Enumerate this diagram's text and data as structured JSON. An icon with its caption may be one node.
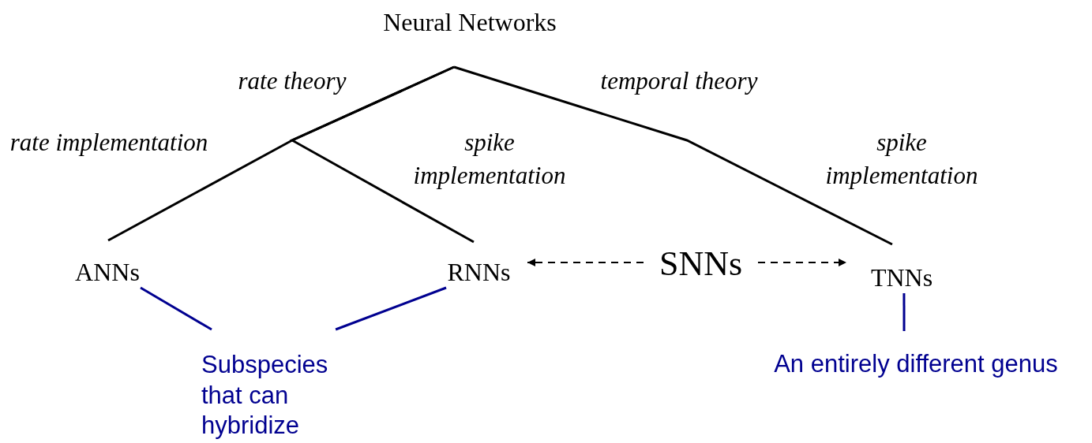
{
  "diagram": {
    "nodes": [
      {
        "text": [
          "Neural Networks"
        ]
      },
      {
        "text": [
          "ANNs"
        ]
      },
      {
        "text": [
          "RNNs"
        ]
      },
      {
        "text": [
          "SNNs"
        ]
      },
      {
        "text": [
          "TNNs"
        ]
      },
      {
        "text": [
          "Subspecies that can hybridize"
        ]
      },
      {
        "text": [
          "An entirely different genus"
        ]
      }
    ],
    "edges": [
      {
        "from": 0,
        "to": 1,
        "arrow": "none"
      },
      {
        "from": 0,
        "to": 2,
        "arrow": "none"
      },
      {
        "from": 0,
        "to": 4,
        "arrow": "none"
      },
      {
        "from": 3,
        "to": 2,
        "arrow": "to",
        "style": "dashed"
      },
      {
        "from": 3,
        "to": 4,
        "arrow": "to",
        "style": "dashed"
      },
      {
        "from": 1,
        "to": 5,
        "arrow": "none",
        "color": "#000090"
      },
      {
        "from": 2,
        "to": 5,
        "arrow": "none",
        "color": "#000090"
      },
      {
        "from": 4,
        "to": 6,
        "arrow": "none",
        "color": "#000090"
      }
    ],
    "labels": [
      "rate theory",
      "temporal theory",
      "rate implementation",
      "spike implementation",
      "spike implementation"
    ]
  }
}
